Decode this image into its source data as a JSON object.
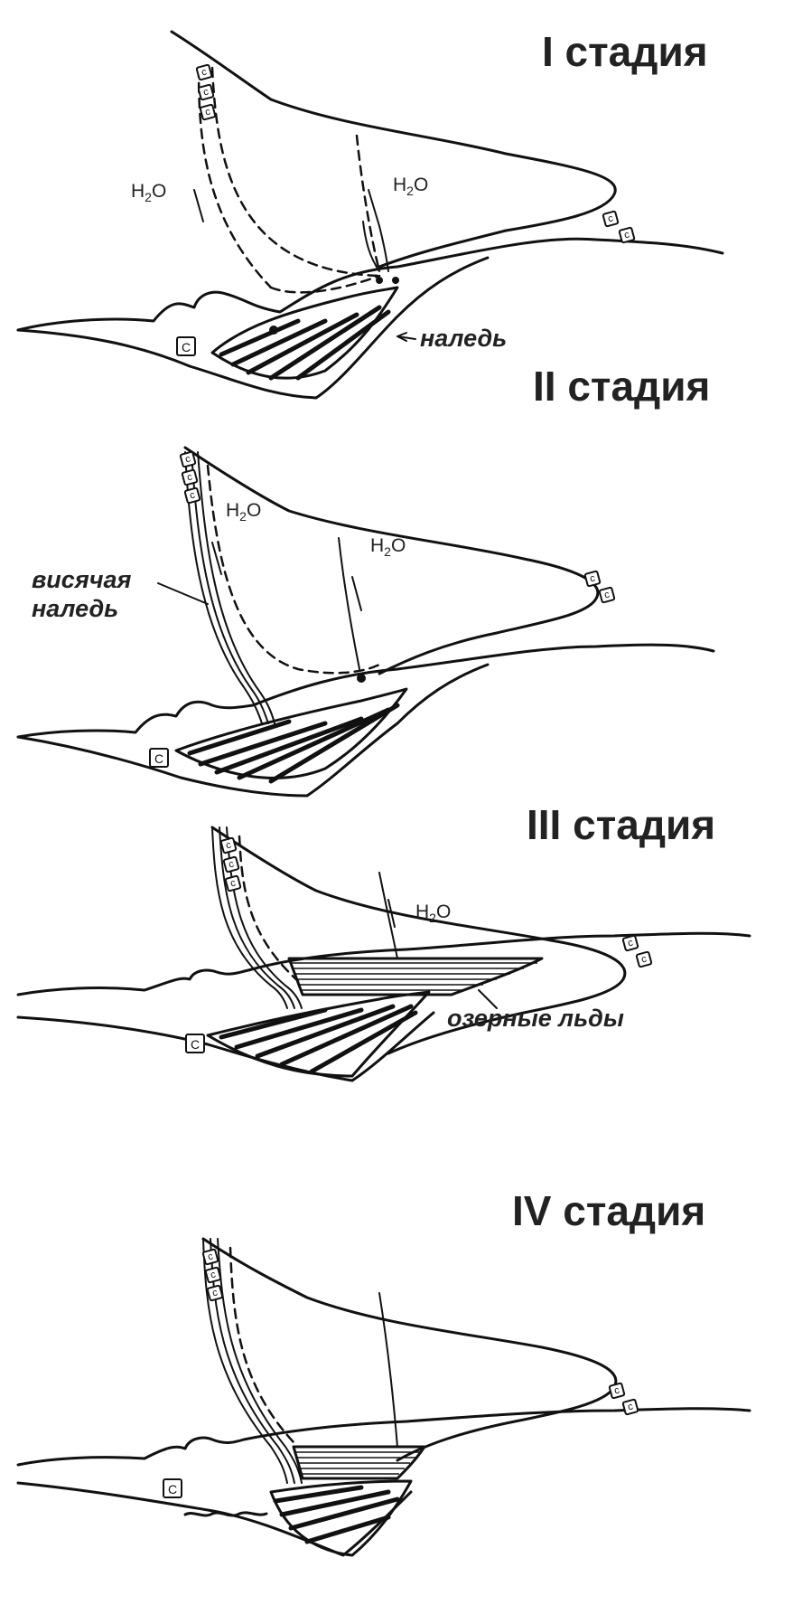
{
  "stages": [
    {
      "title": "I стадия",
      "labels": {
        "naled": "наледь"
      },
      "water": [
        "H",
        "H"
      ]
    },
    {
      "title": "II стадия",
      "labels": {
        "hanging_naled_1": "висячая",
        "hanging_naled_2": "наледь"
      },
      "water": [
        "H",
        "H"
      ]
    },
    {
      "title": "III стадия",
      "labels": {
        "lake_ice": "озерные льды"
      },
      "water": [
        "H"
      ]
    },
    {
      "title": "IV стадия",
      "labels": {},
      "water": []
    }
  ],
  "symbols": {
    "water_main": "H",
    "water_sub": "2",
    "water_tail": "O",
    "boulder_mark": "c",
    "boulder_mark_upper": "C"
  }
}
